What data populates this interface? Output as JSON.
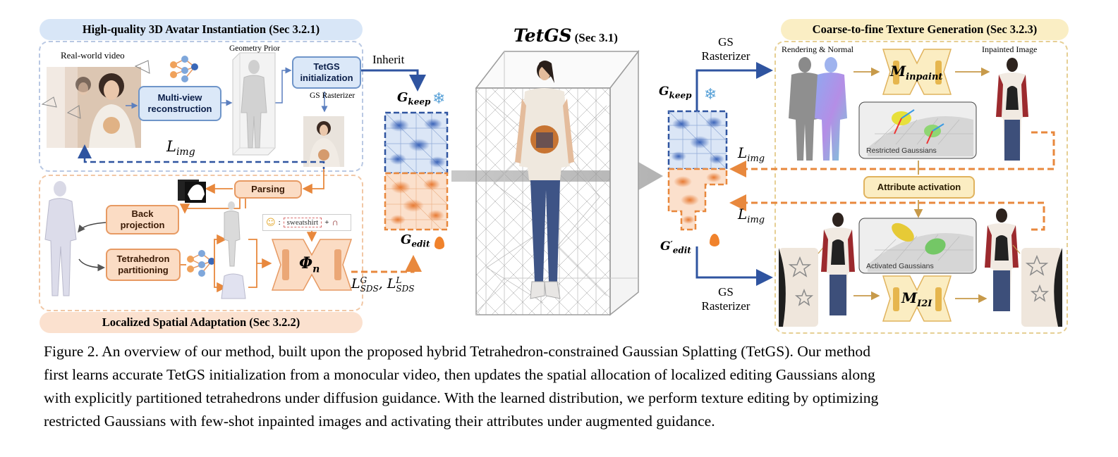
{
  "sections": {
    "avatar": "High-quality 3D Avatar Instantiation (Sec 3.2.1)",
    "localized": "Localized Spatial Adaptation (Sec 3.2.2)",
    "texture": "Coarse-to-fine Texture Generation (Sec 3.2.3)",
    "tetgs": "TetGS",
    "tetgs_sec": "(Sec 3.1)"
  },
  "labels": {
    "real_world_video": "Real-world video",
    "geometry_prior": "Geometry Prior",
    "gs_rasterizer_small": "GS Rasterizer",
    "inherit": "Inherit",
    "gs_rasterizer": "GS\nRasterizer",
    "rendering_normal": "Rendering & Normal",
    "inpainted_image": "Inpainted Image",
    "restricted_gaussians": "Restricted Gaussians",
    "activated_gaussians": "Activated Gaussians",
    "sweatshirt": "sweatshirt"
  },
  "boxes": {
    "multiview": "Multi-view\nreconstruction",
    "tetgs_init": "TetGS\ninitialization",
    "parsing": "Parsing",
    "back_projection": "Back\nprojection",
    "tetra_partition": "Tetrahedron\npartitioning",
    "attr_activation": "Attribute activation"
  },
  "math": {
    "l_img": "L",
    "l_img_sub": "img",
    "g": "G",
    "keep": "keep",
    "edit": "edit",
    "phi": "Φ",
    "phi_sub": "n",
    "sds_g": "L",
    "sds_g_sup": "G",
    "sds_sub": "SDS",
    "sds_l_sup": "L",
    "m": "M",
    "inpaint": "inpaint",
    "i2i": "I2I",
    "comma": ","
  },
  "colors": {
    "blue_title": "#d8e6f7",
    "orange_title": "#fbe1cf",
    "yellow_title": "#faeec4",
    "blue_line": "#2f54a0",
    "orange_line": "#e8883d",
    "blue_dash": "#b9c8e3",
    "orange_dash": "#f1c7a5",
    "yellow_dash": "#e6cf94"
  },
  "icons": [
    "neural-network-icon",
    "snowflake-icon",
    "flame-icon",
    "thinking-face-icon",
    "mask-icon",
    "star-icon",
    "camera-icon"
  ],
  "caption": {
    "line1": "Figure 2.  An overview of our method, built upon the proposed hybrid Tetrahedron-constrained Gaussian Splatting (TetGS). Our method",
    "line2": "first learns accurate TetGS initialization from a monocular video, then updates the spatial allocation of localized editing Gaussians along",
    "line3": "with explicitly partitioned tetrahedrons under diffusion guidance.  With the learned distribution, we perform texture editing by optimizing",
    "line4": "restricted Gaussians with few-shot inpainted images and activating their attributes under augmented guidance."
  }
}
